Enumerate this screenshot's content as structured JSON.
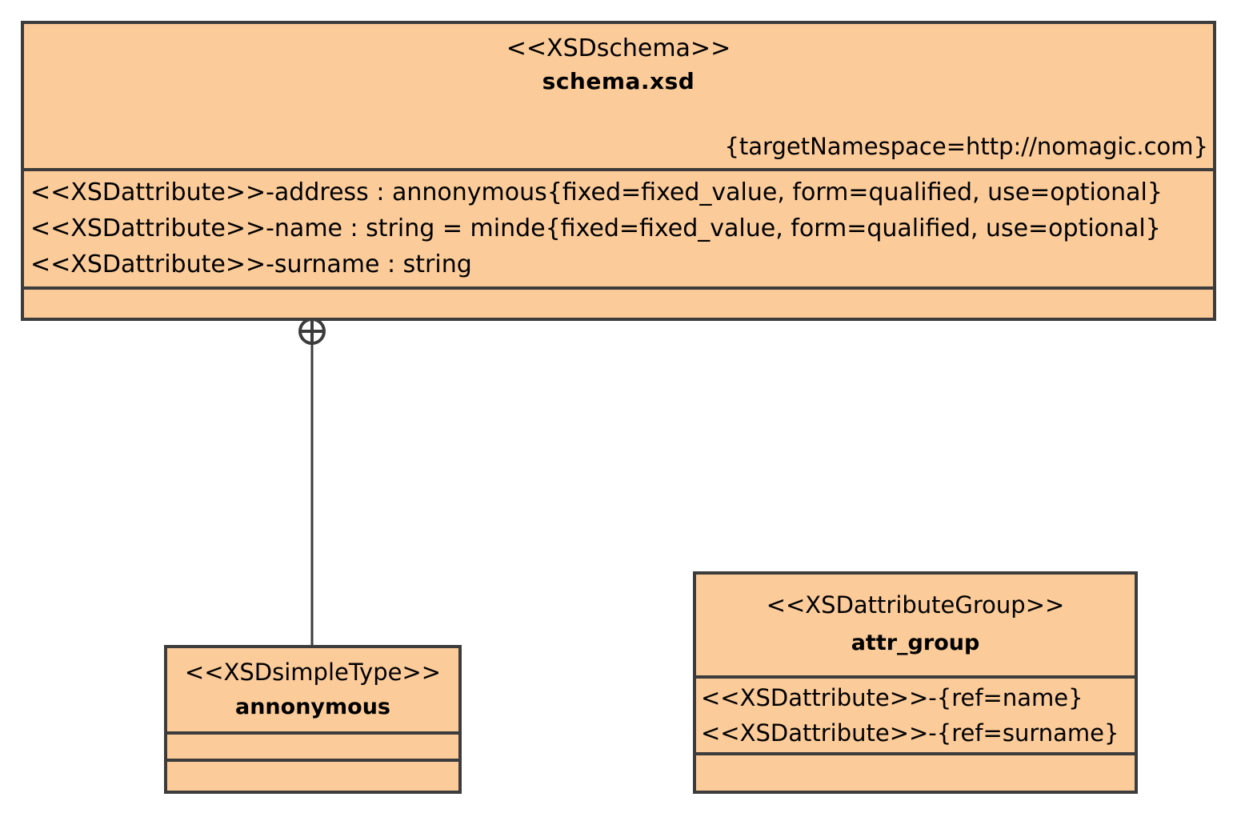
{
  "diagram": {
    "title": "XSD schema UML class diagram",
    "background_color": "#ffffff",
    "element_fill_color": "#fbcb9a",
    "element_border_color": "#3c3c3c",
    "text_color": "#000000"
  },
  "schema_class": {
    "stereotype": "<<XSDschema>>",
    "name": "schema.xsd",
    "tagged_values": "{targetNamespace=http://nomagic.com}",
    "attributes": [
      "<<XSDattribute>>-address : annonymous{fixed=fixed_value, form=qualified, use=optional}",
      "<<XSDattribute>>-name : string = minde{fixed=fixed_value, form=qualified, use=optional}",
      "<<XSDattribute>>-surname : string"
    ],
    "operations": [],
    "extra_compartment": []
  },
  "simple_type_class": {
    "stereotype": "<<XSDsimpleType>>",
    "name": "annonymous",
    "attributes": [],
    "operations": []
  },
  "attribute_group_class": {
    "stereotype": "<<XSDattributeGroup>>",
    "name": "attr_group",
    "attributes": [
      "<<XSDattribute>>-{ref=name}",
      "<<XSDattribute>>-{ref=surname}"
    ],
    "operations": []
  },
  "relationship": {
    "type": "containment",
    "source": "schema.xsd",
    "target": "annonymous",
    "notation": "circle-plus"
  }
}
